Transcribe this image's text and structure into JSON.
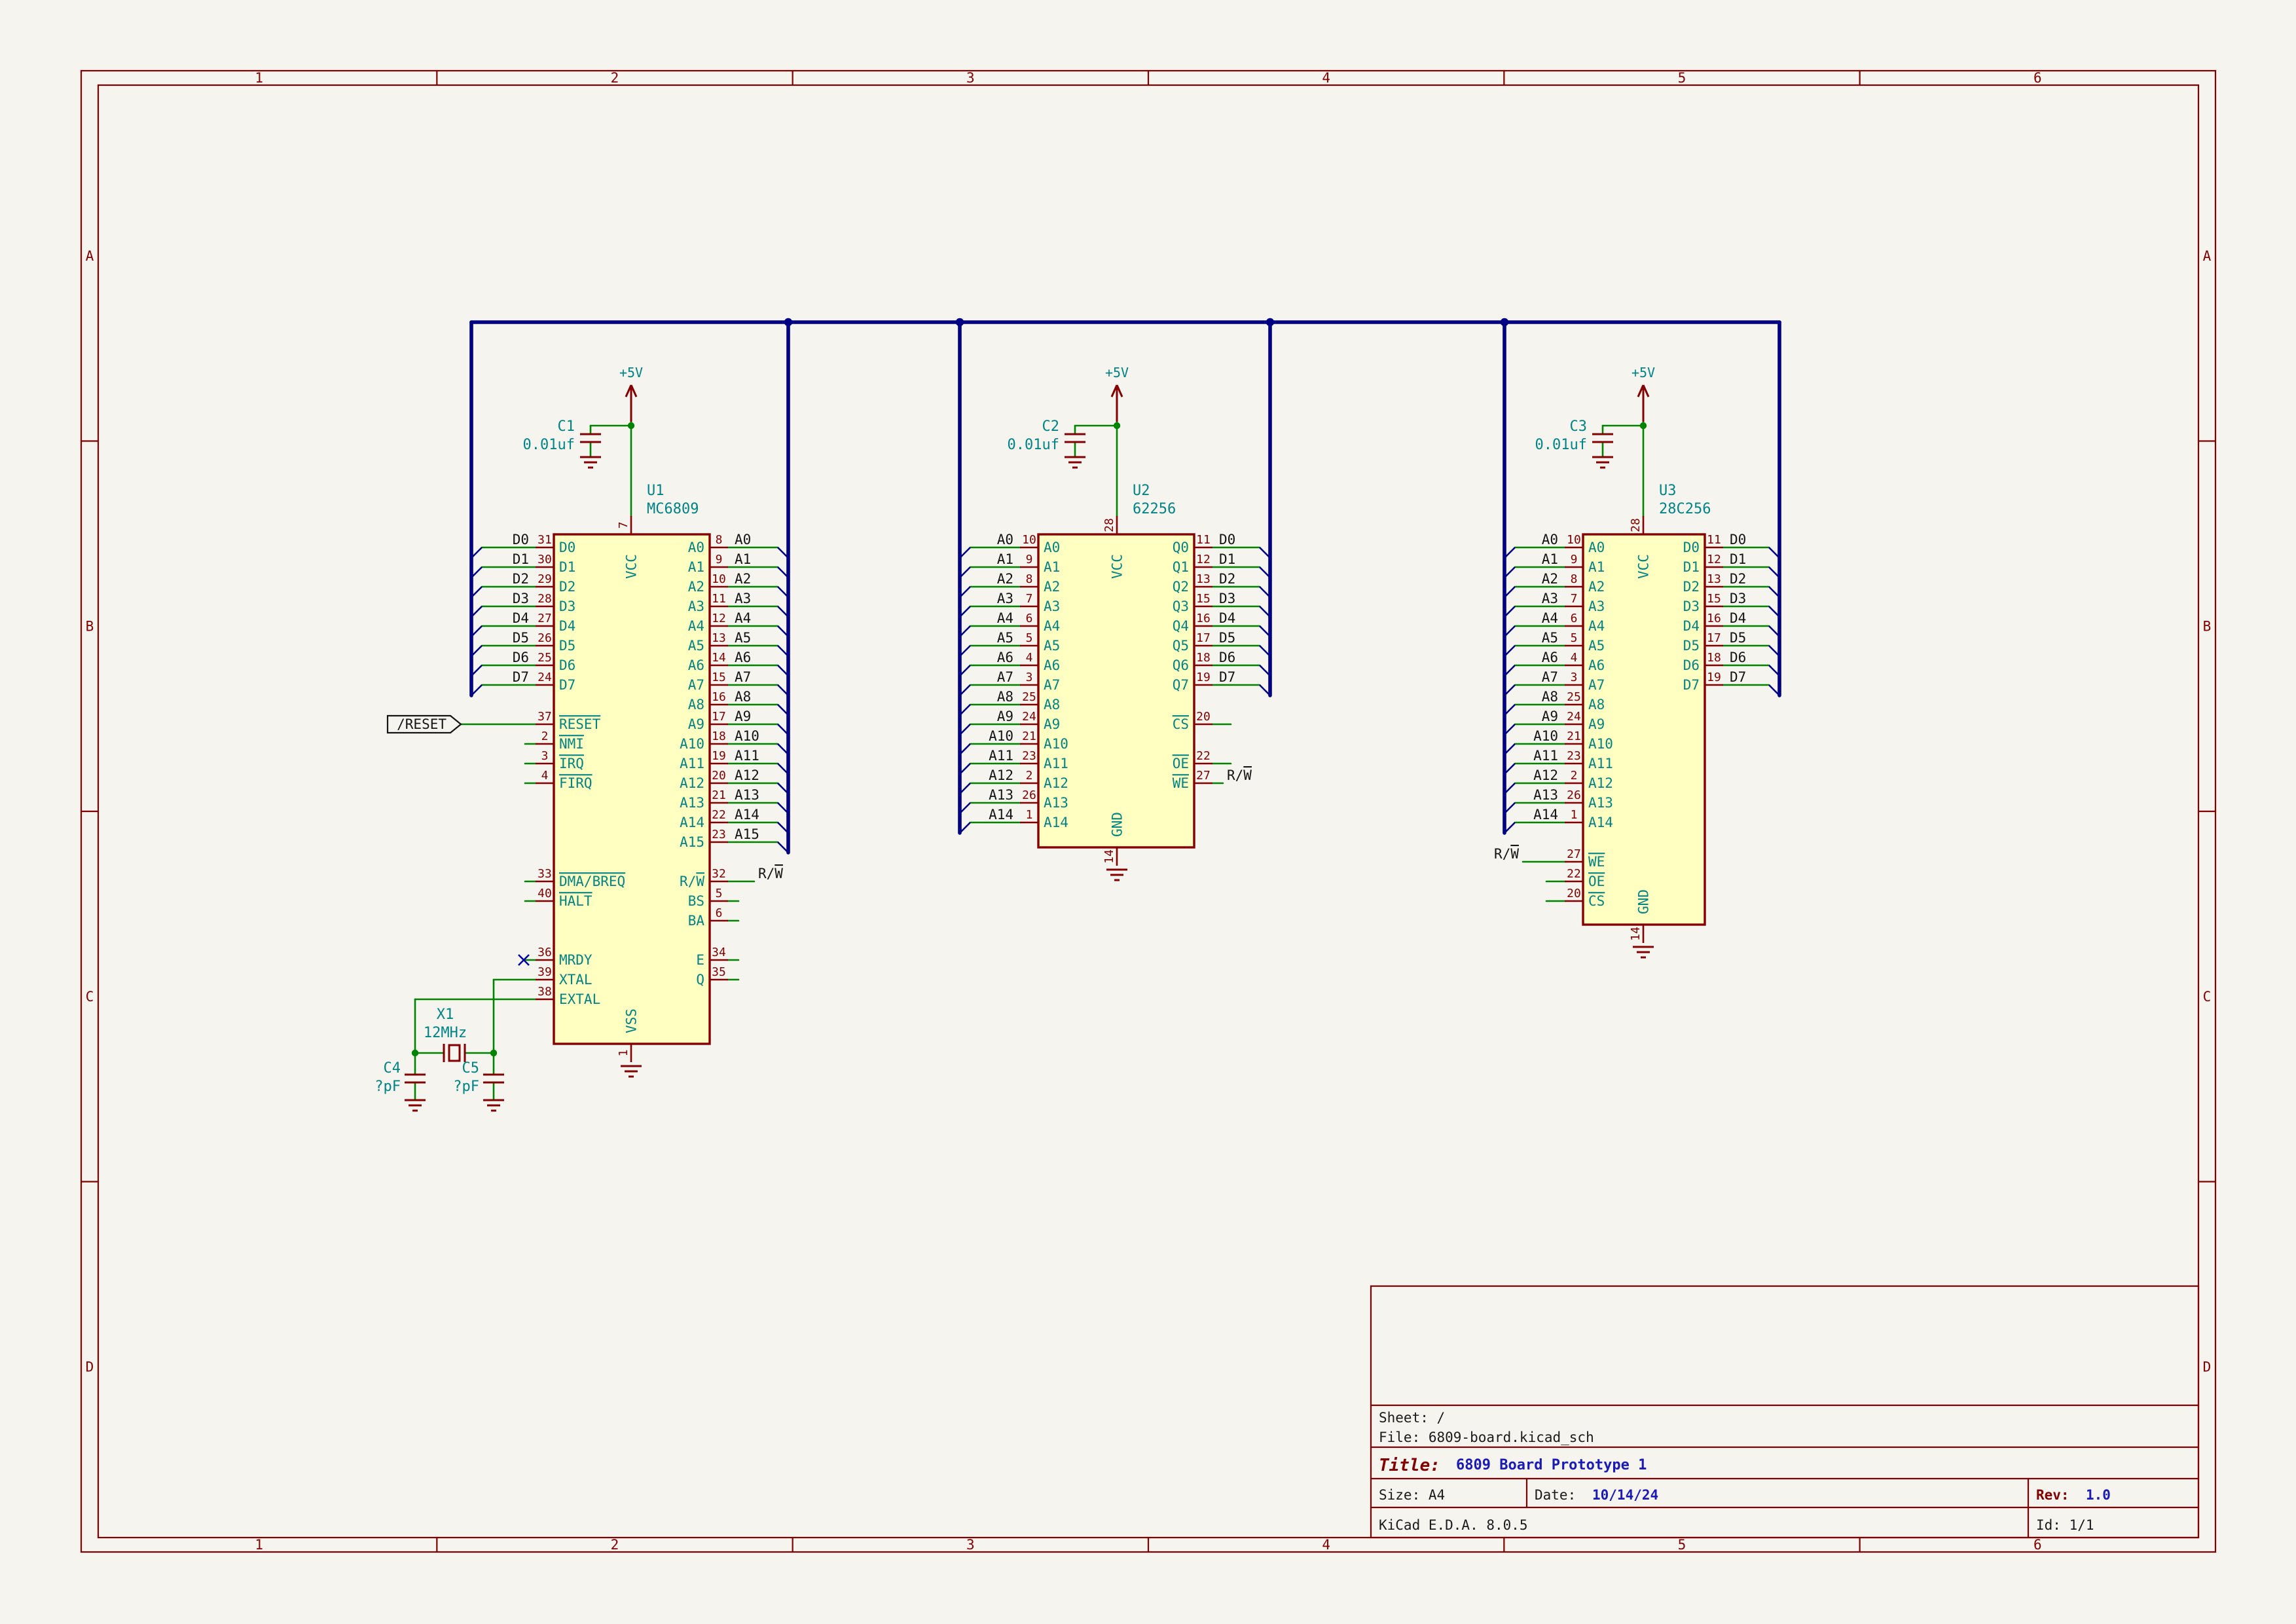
{
  "frame": {
    "columns": [
      "1",
      "2",
      "3",
      "4",
      "5",
      "6"
    ],
    "rows": [
      "A",
      "B",
      "C",
      "D"
    ]
  },
  "power_rail_label": "+5V",
  "components": {
    "u1": {
      "ref": "U1",
      "value": "MC6809",
      "top_pin": {
        "name": "VCC",
        "num": "7"
      },
      "bottom_pin": {
        "name": "VSS",
        "num": "1"
      },
      "left_groups": [
        {
          "pins": [
            {
              "name": "D0",
              "num": "31",
              "conn": "bus",
              "label": "D0"
            },
            {
              "name": "D1",
              "num": "30",
              "conn": "bus",
              "label": "D1"
            },
            {
              "name": "D2",
              "num": "29",
              "conn": "bus",
              "label": "D2"
            },
            {
              "name": "D3",
              "num": "28",
              "conn": "bus",
              "label": "D3"
            },
            {
              "name": "D4",
              "num": "27",
              "conn": "bus",
              "label": "D4"
            },
            {
              "name": "D5",
              "num": "26",
              "conn": "bus",
              "label": "D5"
            },
            {
              "name": "D6",
              "num": "25",
              "conn": "bus",
              "label": "D6"
            },
            {
              "name": "D7",
              "num": "24",
              "conn": "bus",
              "label": "D7"
            }
          ]
        },
        {
          "pins": [
            {
              "name": "~RESET~",
              "num": "37",
              "conn": "global",
              "label": "/RESET"
            },
            {
              "name": "~NMI~",
              "num": "2",
              "conn": "stub"
            },
            {
              "name": "~IRQ~",
              "num": "3",
              "conn": "stub"
            },
            {
              "name": "~FIRQ~",
              "num": "4",
              "conn": "stub"
            }
          ]
        },
        {
          "pins": [
            {
              "name": "~DMA/BREQ~",
              "num": "33",
              "conn": "stub"
            },
            {
              "name": "~HALT~",
              "num": "40",
              "conn": "stub"
            }
          ]
        },
        {
          "pins": [
            {
              "name": "MRDY",
              "num": "36",
              "conn": "nc"
            },
            {
              "name": "XTAL",
              "num": "39",
              "conn": "none"
            },
            {
              "name": "EXTAL",
              "num": "38",
              "conn": "none"
            }
          ]
        }
      ],
      "right_groups": [
        {
          "pins": [
            {
              "name": "A0",
              "num": "8",
              "conn": "bus",
              "label": "A0"
            },
            {
              "name": "A1",
              "num": "9",
              "conn": "bus",
              "label": "A1"
            },
            {
              "name": "A2",
              "num": "10",
              "conn": "bus",
              "label": "A2"
            },
            {
              "name": "A3",
              "num": "11",
              "conn": "bus",
              "label": "A3"
            },
            {
              "name": "A4",
              "num": "12",
              "conn": "bus",
              "label": "A4"
            },
            {
              "name": "A5",
              "num": "13",
              "conn": "bus",
              "label": "A5"
            },
            {
              "name": "A6",
              "num": "14",
              "conn": "bus",
              "label": "A6"
            },
            {
              "name": "A7",
              "num": "15",
              "conn": "bus",
              "label": "A7"
            },
            {
              "name": "A8",
              "num": "16",
              "conn": "bus",
              "label": "A8"
            },
            {
              "name": "A9",
              "num": "17",
              "conn": "bus",
              "label": "A9"
            },
            {
              "name": "A10",
              "num": "18",
              "conn": "bus",
              "label": "A10"
            },
            {
              "name": "A11",
              "num": "19",
              "conn": "bus",
              "label": "A11"
            },
            {
              "name": "A12",
              "num": "20",
              "conn": "bus",
              "label": "A12"
            },
            {
              "name": "A13",
              "num": "21",
              "conn": "bus",
              "label": "A13"
            },
            {
              "name": "A14",
              "num": "22",
              "conn": "bus",
              "label": "A14"
            },
            {
              "name": "A15",
              "num": "23",
              "conn": "bus",
              "label": "A15"
            }
          ]
        },
        {
          "pins": [
            {
              "name": "R/~W~",
              "num": "32",
              "conn": "label",
              "label": "R/~W~"
            },
            {
              "name": "BS",
              "num": "5",
              "conn": "stub"
            },
            {
              "name": "BA",
              "num": "6",
              "conn": "stub"
            }
          ]
        },
        {
          "pins": [
            {
              "name": "E",
              "num": "34",
              "conn": "stub"
            },
            {
              "name": "Q",
              "num": "35",
              "conn": "stub"
            }
          ]
        }
      ]
    },
    "u2": {
      "ref": "U2",
      "value": "62256",
      "top_pin": {
        "name": "VCC",
        "num": "28"
      },
      "bottom_pin": {
        "name": "GND",
        "num": "14"
      },
      "left_groups": [
        {
          "pins": [
            {
              "name": "A0",
              "num": "10",
              "conn": "bus",
              "label": "A0"
            },
            {
              "name": "A1",
              "num": "9",
              "conn": "bus",
              "label": "A1"
            },
            {
              "name": "A2",
              "num": "8",
              "conn": "bus",
              "label": "A2"
            },
            {
              "name": "A3",
              "num": "7",
              "conn": "bus",
              "label": "A3"
            },
            {
              "name": "A4",
              "num": "6",
              "conn": "bus",
              "label": "A4"
            },
            {
              "name": "A5",
              "num": "5",
              "conn": "bus",
              "label": "A5"
            },
            {
              "name": "A6",
              "num": "4",
              "conn": "bus",
              "label": "A6"
            },
            {
              "name": "A7",
              "num": "3",
              "conn": "bus",
              "label": "A7"
            },
            {
              "name": "A8",
              "num": "25",
              "conn": "bus",
              "label": "A8"
            },
            {
              "name": "A9",
              "num": "24",
              "conn": "bus",
              "label": "A9"
            },
            {
              "name": "A10",
              "num": "21",
              "conn": "bus",
              "label": "A10"
            },
            {
              "name": "A11",
              "num": "23",
              "conn": "bus",
              "label": "A11"
            },
            {
              "name": "A12",
              "num": "2",
              "conn": "bus",
              "label": "A12"
            },
            {
              "name": "A13",
              "num": "26",
              "conn": "bus",
              "label": "A13"
            },
            {
              "name": "A14",
              "num": "1",
              "conn": "bus",
              "label": "A14"
            }
          ]
        }
      ],
      "right_groups": [
        {
          "pins": [
            {
              "name": "Q0",
              "num": "11",
              "conn": "bus",
              "label": "D0"
            },
            {
              "name": "Q1",
              "num": "12",
              "conn": "bus",
              "label": "D1"
            },
            {
              "name": "Q2",
              "num": "13",
              "conn": "bus",
              "label": "D2"
            },
            {
              "name": "Q3",
              "num": "15",
              "conn": "bus",
              "label": "D3"
            },
            {
              "name": "Q4",
              "num": "16",
              "conn": "bus",
              "label": "D4"
            },
            {
              "name": "Q5",
              "num": "17",
              "conn": "bus",
              "label": "D5"
            },
            {
              "name": "Q6",
              "num": "18",
              "conn": "bus",
              "label": "D6"
            },
            {
              "name": "Q7",
              "num": "19",
              "conn": "bus",
              "label": "D7"
            }
          ]
        },
        {
          "pins": [
            {
              "name": "~CS~",
              "num": "20",
              "conn": "stub2"
            }
          ]
        },
        {
          "pins": [
            {
              "name": "~OE~",
              "num": "22",
              "conn": "stub2"
            },
            {
              "name": "~WE~",
              "num": "27",
              "conn": "label",
              "label": "R/~W~"
            }
          ]
        }
      ]
    },
    "u3": {
      "ref": "U3",
      "value": "28C256",
      "top_pin": {
        "name": "VCC",
        "num": "28"
      },
      "bottom_pin": {
        "name": "GND",
        "num": "14"
      },
      "left_groups": [
        {
          "pins": [
            {
              "name": "A0",
              "num": "10",
              "conn": "bus",
              "label": "A0"
            },
            {
              "name": "A1",
              "num": "9",
              "conn": "bus",
              "label": "A1"
            },
            {
              "name": "A2",
              "num": "8",
              "conn": "bus",
              "label": "A2"
            },
            {
              "name": "A3",
              "num": "7",
              "conn": "bus",
              "label": "A3"
            },
            {
              "name": "A4",
              "num": "6",
              "conn": "bus",
              "label": "A4"
            },
            {
              "name": "A5",
              "num": "5",
              "conn": "bus",
              "label": "A5"
            },
            {
              "name": "A6",
              "num": "4",
              "conn": "bus",
              "label": "A6"
            },
            {
              "name": "A7",
              "num": "3",
              "conn": "bus",
              "label": "A7"
            },
            {
              "name": "A8",
              "num": "25",
              "conn": "bus",
              "label": "A8"
            },
            {
              "name": "A9",
              "num": "24",
              "conn": "bus",
              "label": "A9"
            },
            {
              "name": "A10",
              "num": "21",
              "conn": "bus",
              "label": "A10"
            },
            {
              "name": "A11",
              "num": "23",
              "conn": "bus",
              "label": "A11"
            },
            {
              "name": "A12",
              "num": "2",
              "conn": "bus",
              "label": "A12"
            },
            {
              "name": "A13",
              "num": "26",
              "conn": "bus",
              "label": "A13"
            },
            {
              "name": "A14",
              "num": "1",
              "conn": "bus",
              "label": "A14"
            }
          ]
        },
        {
          "pins": [
            {
              "name": "~WE~",
              "num": "27",
              "conn": "label",
              "label": "R/~W~"
            },
            {
              "name": "~OE~",
              "num": "22",
              "conn": "stub2"
            },
            {
              "name": "~CS~",
              "num": "20",
              "conn": "stub2"
            }
          ]
        }
      ],
      "right_groups": [
        {
          "pins": [
            {
              "name": "D0",
              "num": "11",
              "conn": "bus",
              "label": "D0"
            },
            {
              "name": "D1",
              "num": "12",
              "conn": "bus",
              "label": "D1"
            },
            {
              "name": "D2",
              "num": "13",
              "conn": "bus",
              "label": "D2"
            },
            {
              "name": "D3",
              "num": "15",
              "conn": "bus",
              "label": "D3"
            },
            {
              "name": "D4",
              "num": "16",
              "conn": "bus",
              "label": "D4"
            },
            {
              "name": "D5",
              "num": "17",
              "conn": "bus",
              "label": "D5"
            },
            {
              "name": "D6",
              "num": "18",
              "conn": "bus",
              "label": "D6"
            },
            {
              "name": "D7",
              "num": "19",
              "conn": "bus",
              "label": "D7"
            }
          ]
        }
      ]
    }
  },
  "capacitors": [
    {
      "ref": "C1",
      "value": "0.01uf"
    },
    {
      "ref": "C2",
      "value": "0.01uf"
    },
    {
      "ref": "C3",
      "value": "0.01uf"
    },
    {
      "ref": "C4",
      "value": "?pF"
    },
    {
      "ref": "C5",
      "value": "?pF"
    }
  ],
  "crystal": {
    "ref": "X1",
    "value": "12MHz"
  },
  "net_labels": {
    "reset": "/RESET",
    "read_write": "R/~W~"
  },
  "title_block": {
    "sheet": "Sheet: /",
    "file": "File: 6809-board.kicad_sch",
    "title_label": "Title:",
    "title": "6809 Board Prototype 1",
    "size": "Size: A4",
    "date_label": "Date:",
    "date": "10/14/24",
    "rev_label": "Rev:",
    "rev": "1.0",
    "generator": "KiCad E.D.A. 8.0.5",
    "id": "Id: 1/1"
  },
  "colors": {
    "background": "#F5F4EF",
    "wire": "#008400",
    "bus": "#000084",
    "symbol_outline": "#840000",
    "symbol_fill": "#FFFFC2",
    "pin_number": "#840000",
    "pin_name": "#008484",
    "fields": "#008484",
    "net_label": "#141414",
    "frame": "#840000",
    "title_value_blue": "#1a1ab8"
  }
}
